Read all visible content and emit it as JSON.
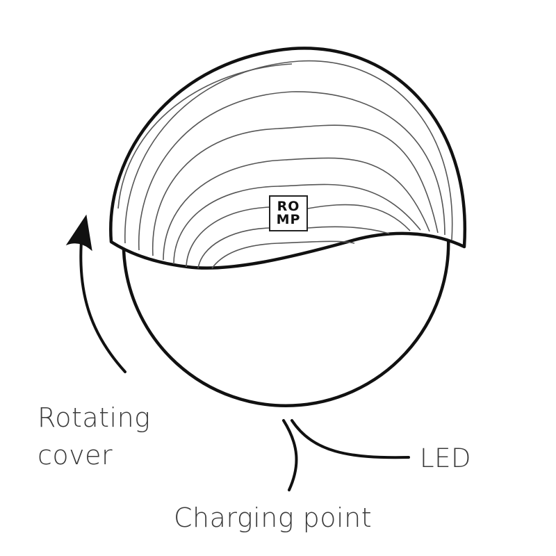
{
  "labels": {
    "rotating_cover_line1": "Rotating",
    "rotating_cover_line2": "cover",
    "led": "LED",
    "charging_point": "Charging point"
  },
  "logo": {
    "line1": "RO",
    "line2": "MP"
  },
  "colors": {
    "outline": "#111111",
    "contour": "#555555",
    "text": "#3a3a3a",
    "background": "#ffffff"
  },
  "icons": {
    "arrow": "curved-arrow-up-icon"
  }
}
